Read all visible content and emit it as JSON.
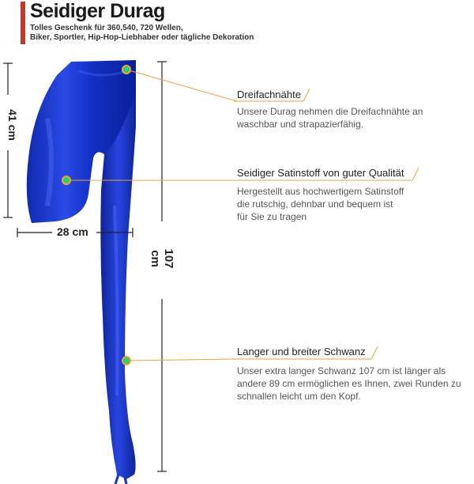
{
  "header": {
    "title": "Seidiger Durag",
    "subtitle_line1": "Tolles Geschenk für 360,540, 720 Wellen,",
    "subtitle_line2": "Biker, Sportler, Hip-Hop-Liebhaber oder tägliche Dekoration"
  },
  "dimensions": {
    "height": "41 cm",
    "width": "28 cm",
    "length": "107 cm"
  },
  "features": [
    {
      "title": "Dreifachnähte",
      "desc_line1": "Unsere Durag nehmen die Dreifachnähte an",
      "desc_line2": "waschbar und strapazierfähig."
    },
    {
      "title": "Seidiger Satinstoff von guter Qualität",
      "desc_line1": "Hergestellt aus hochwertigem Satinstoff",
      "desc_line2": "die rutschig, dehnbar und bequem ist",
      "desc_line3": "für Sie zu tragen"
    },
    {
      "title": "Langer und breiter Schwanz",
      "desc_line1": "Unser extra langer Schwanz 107 cm ist länger als",
      "desc_line2": "andere 89 cm ermöglichen es Ihnen, zwei Runden zu",
      "desc_line3": "schnallen leicht um den Kopf."
    }
  ],
  "colors": {
    "accent": "#c0392b",
    "durag": "#1530c8",
    "callout": "#e8a33a",
    "marker": "#2ecc71"
  }
}
